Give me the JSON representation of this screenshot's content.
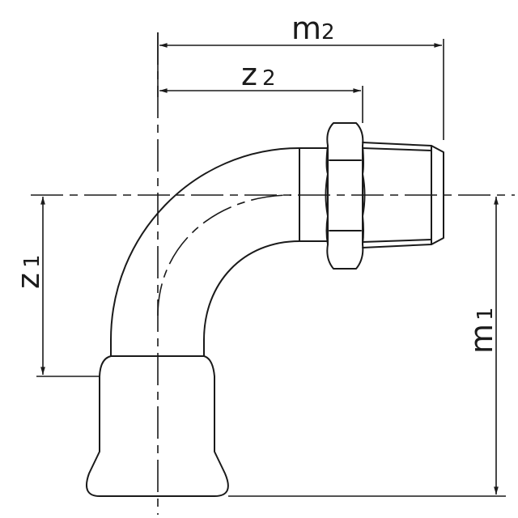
{
  "diagram": {
    "type": "technical-drawing",
    "subject": "90° press-fit elbow with male threaded union end",
    "line_color": "#1a1a1a",
    "background": "#ffffff",
    "dimensions": {
      "m2": {
        "label": "m",
        "subscript": "2",
        "orientation": "horizontal"
      },
      "z2": {
        "label": "z",
        "subscript": "2",
        "orientation": "horizontal"
      },
      "z1": {
        "label": "z",
        "subscript": "1",
        "orientation": "vertical"
      },
      "m1": {
        "label": "m",
        "subscript": "1",
        "orientation": "vertical"
      }
    }
  }
}
